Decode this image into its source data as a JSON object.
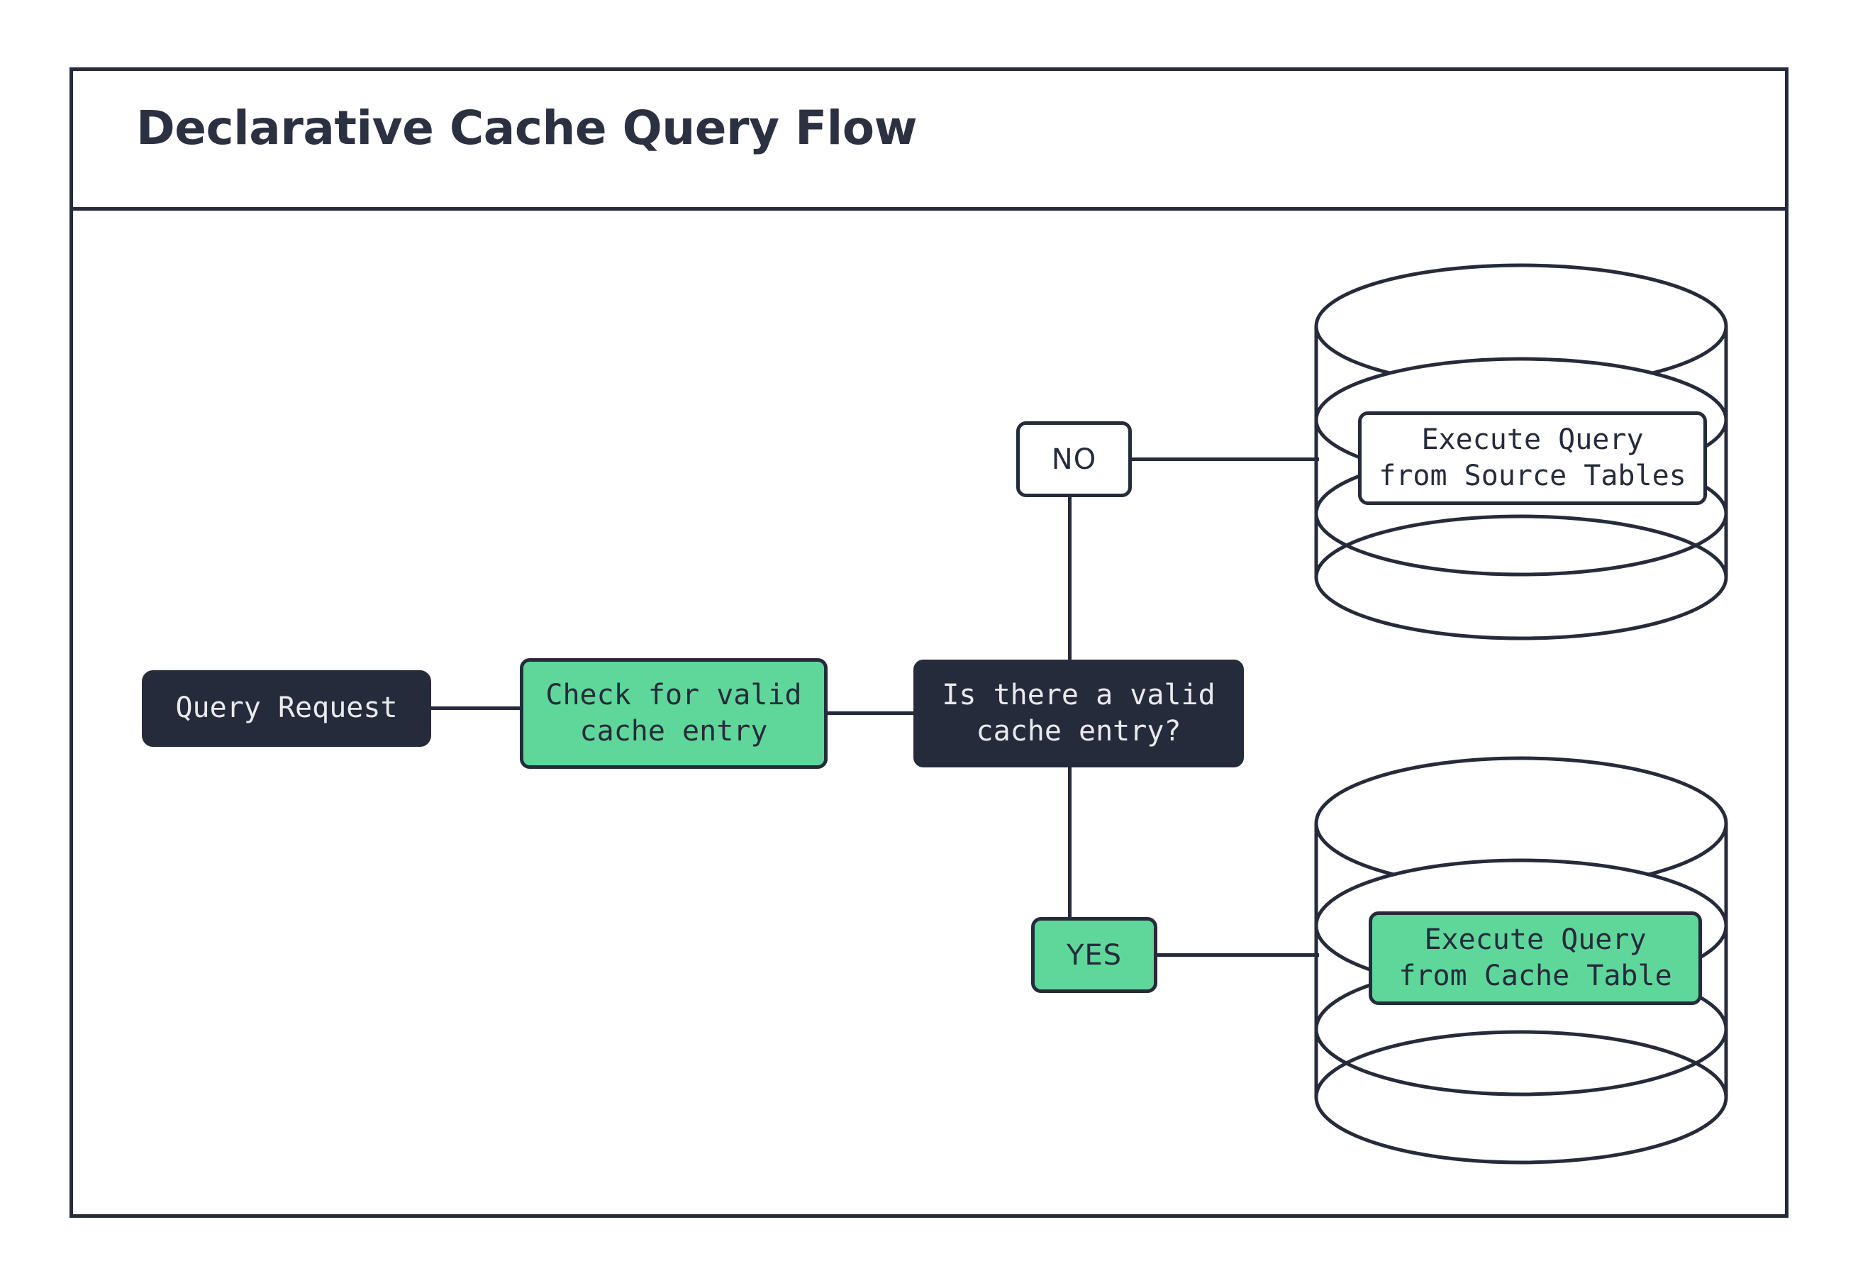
{
  "diagram": {
    "title": "Declarative Cache Query Flow",
    "colors": {
      "dark": "#262B3B",
      "green": "#5FD79B",
      "white": "#FFFFFF",
      "title_text": "#2C3142",
      "dark_text": "#E9EAEE"
    },
    "nodes": {
      "query_request": "Query Request",
      "check_cache": "Check for valid\ncache entry",
      "decision": "Is there a valid\ncache entry?",
      "execute_source": "Execute Query\nfrom Source Tables",
      "execute_cache": "Execute Query\nfrom Cache Table"
    },
    "edge_labels": {
      "no": "NO",
      "yes": "YES"
    },
    "shapes": {
      "source_database": "database-cylinder",
      "cache_database": "database-cylinder"
    }
  }
}
